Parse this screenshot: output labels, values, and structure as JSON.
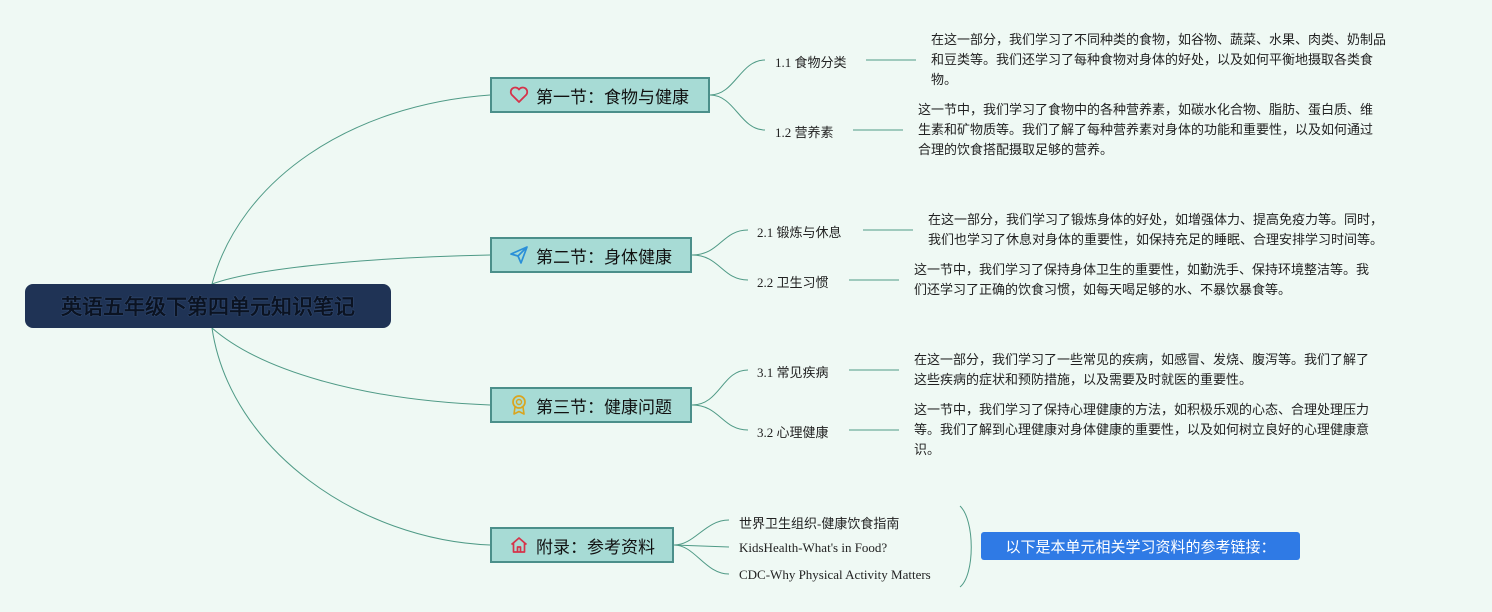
{
  "root": {
    "title": "英语五年级下第四单元知识笔记"
  },
  "sections": [
    {
      "title": "第一节：食物与健康",
      "icon": "heart-icon",
      "subs": [
        {
          "label": "1.1 食物分类",
          "desc": [
            "在这一部分，我们学习了不同种类的食物，如谷物、蔬菜、水果、肉类、奶制品",
            "和豆类等。我们还学习了每种食物对身体的好处，以及如何平衡地摄取各类食",
            "物。"
          ]
        },
        {
          "label": "1.2 营养素",
          "desc": [
            "这一节中，我们学习了食物中的各种营养素，如碳水化合物、脂肪、蛋白质、维",
            "生素和矿物质等。我们了解了每种营养素对身体的功能和重要性，以及如何通过",
            "合理的饮食搭配摄取足够的营养。"
          ]
        }
      ]
    },
    {
      "title": "第二节：身体健康",
      "icon": "paper-plane-icon",
      "subs": [
        {
          "label": "2.1 锻炼与休息",
          "desc": [
            "在这一部分，我们学习了锻炼身体的好处，如增强体力、提高免疫力等。同时，",
            "我们也学习了休息对身体的重要性，如保持充足的睡眠、合理安排学习时间等。"
          ]
        },
        {
          "label": "2.2 卫生习惯",
          "desc": [
            "这一节中，我们学习了保持身体卫生的重要性，如勤洗手、保持环境整洁等。我",
            "们还学习了正确的饮食习惯，如每天喝足够的水、不暴饮暴食等。"
          ]
        }
      ]
    },
    {
      "title": "第三节：健康问题",
      "icon": "award-ribbon-icon",
      "subs": [
        {
          "label": "3.1 常见疾病",
          "desc": [
            "在这一部分，我们学习了一些常见的疾病，如感冒、发烧、腹泻等。我们了解了",
            "这些疾病的症状和预防措施，以及需要及时就医的重要性。"
          ]
        },
        {
          "label": "3.2 心理健康",
          "desc": [
            "这一节中，我们学习了保持心理健康的方法，如积极乐观的心态、合理处理压力",
            "等。我们了解到心理健康对身体健康的重要性，以及如何树立良好的心理健康意",
            "识。"
          ]
        }
      ]
    },
    {
      "title": "附录：参考资料",
      "icon": "home-icon",
      "refs": [
        "世界卫生组织-健康饮食指南",
        "KidsHealth-What's in Food?",
        "CDC-Why Physical Activity Matters"
      ],
      "callout": "以下是本单元相关学习资料的参考链接："
    }
  ],
  "colors": {
    "line": "#4f9a86",
    "heart": "#d6334a",
    "plane": "#2a8fd8",
    "award": "#d9a520",
    "home": "#d6334a"
  }
}
